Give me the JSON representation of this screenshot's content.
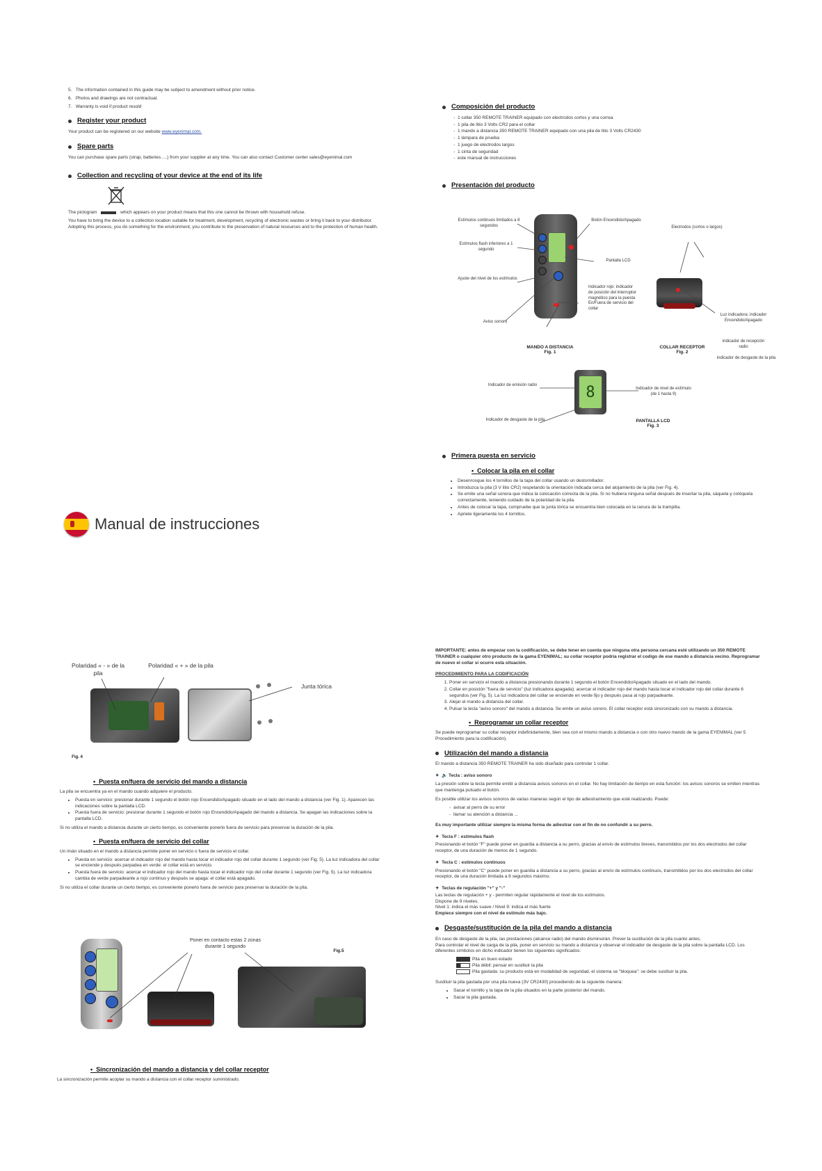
{
  "top_left": {
    "numbered": [
      {
        "n": "5.",
        "text": "The information contained in this guide may be subject to amendment without prior notice."
      },
      {
        "n": "6.",
        "text": "Photos and drawings are not contractual."
      },
      {
        "n": "7.",
        "text": "Warranty is void if product resold"
      }
    ],
    "register": {
      "title": "Register your product",
      "text": "Your product can be registered on our website",
      "link": "www.eyenimal.com."
    },
    "spare": {
      "title": "Spare parts",
      "text": "You can purchase spare parts (strap, batteries ....) from your supplier at any time. You can also contact Customer center sales@eyenimal.com"
    },
    "collection": {
      "title": "Collection and recycling of your device at the end of its life",
      "p1a": "The pictogram",
      "p1b": "which appears on your product means that this one cannot be thrown with household refuse.",
      "p2": "You have to bring the device to a collection location suitable for treatment, development, recycling of electronic wastes or bring it back to your distributor.",
      "p3": "Adopting this process, you do something for the environment, you contribute to the preservation of natural resources and to the protection of human health."
    }
  },
  "manual_title": "Manual de instrucciones",
  "top_right": {
    "composicion": {
      "title": "Composición del producto",
      "items": [
        "1 collar 350 REMOTE TRAINER equipado con electrodos cortos y una correa",
        "1 pila de litio 3 Volts CR2 para el collar",
        "1 mando a distancia 350 REMOTE TRAINER equipado con una pila de litio 3 Volts CR2430",
        "1 lámpara de prueba",
        "1 juego de electrodos largos",
        "1 cinta de seguridad",
        "este manual de instrucciones"
      ]
    },
    "presentacion": {
      "title": "Presentación del producto",
      "labels": {
        "continuos": "Estímulos continuos limitados a 8 segundos",
        "flash": "Estímulos flash inferiores a 1 segundo",
        "ajuste": "Ajuste del nivel de los estímulos",
        "sonoro": "Aviso sonoro",
        "boton": "Botón Encendido/Apagado",
        "pantalla": "Pantalla LCD",
        "rojo": "Indicador rojo: indicador de posición del interruptor magnético para la puesta En/Fuera de servicio del collar",
        "electrodos": "Electrodos (cortos o largos)",
        "luz": "Luz indicadora: indicador Encendido/Apagado",
        "recepcion": "indicador de recepción radio",
        "desgaste_collar": "indicador de desgaste de la pila",
        "emision": "Indicador de emisión radio",
        "nivel": "Indicador de nivel de estímulo (de 1 hasta 9)",
        "desgaste_lcd": "Indicador de desgaste de la pila"
      },
      "captions": {
        "mando": "MANDO A DISTANCIA",
        "fig1": "Fig. 1",
        "collar": "COLLAR RECEPTOR",
        "fig2": "Fig. 2",
        "lcd": "PANTALLA LCD",
        "fig3": "Fig. 3"
      },
      "lcd_digit": "8"
    },
    "primera": {
      "title": "Primera puesta en servicio",
      "sub": "Colocar la pila en el collar",
      "items": [
        "Desenrosque los 4 tornillos de la tapa del collar usando un destornillador.",
        "Introduzca la pila (3 V litio CR2) respetando la orientación indicada cerca del alojamiento de la pila (ver Fig. 4).",
        "Se emite una señal sonora que indica la colocación correcta de la pila. Si no hubiera ninguna señal después de insertar la pila, sáquela y colóquela correctamente, teniendo cuidado de la polaridad de la pila.",
        "Antes de colocar la tapa, compruebe que la junta tórica se encuentra bien colocada en la ranura de la trampilla.",
        "Apriete ligeramente los 4 tornillos."
      ]
    }
  },
  "bottom_left": {
    "fig4": {
      "pol_neg": "Polaridad « - » de la pila",
      "pol_pos": "Polaridad « + » de la pila",
      "junta": "Junta tórica",
      "cap": "Fig. 4"
    },
    "mando_servicio": {
      "title": "Puesta en/fuera de servicio del mando a distancia",
      "intro": "La pila se encuentra ya en el mando cuando adquiere el producto.",
      "items": [
        "Puesta en servicio: presionar durante 1 segundo el botón rojo Encendido/Apagado situado en el lado del mando a distancia (ver Fig. 1). Aparecen las indicaciones sobre la pantalla LCD.",
        "Puesta fuera de servicio: presionar durante 1 segundo el botón rojo Encendido/Apagado del mando a distancia. Se apagan las indicaciones sobre la pantalla LCD."
      ],
      "note": "Si no utiliza el mando a distancia durante un cierto tiempo, es conveniente ponerlo fuera de servicio para preservar la duración de la pila."
    },
    "collar_servicio": {
      "title": "Puesta en/fuera de servicio del collar",
      "intro": "Un imán situado en el mando a distancia permite poner en servicio o fuera de servicio el collar.",
      "items": [
        "Puesta en servicio: acercar el indicador rojo del mando hasta tocar el indicador rojo del collar durante 1 segundo (ver Fig. 5). La luz indicadora del collar se enciende y después parpadea en verde: el collar está en servicio.",
        "Puesta fuera de servicio: acercar el indicador rojo del mando hasta tocar el indicador rojo del collar durante 1 segundo (ver Fig. 5). La luz indicadora cambia de verde parpadeante a rojo continuo y después se apaga: el collar está apagado."
      ],
      "note": "Si no utiliza el collar durante un cierto tiempo, es conveniente ponerlo fuera de servicio para preservar la duración de la pila."
    },
    "fig5": {
      "label": "Poner en contacto estas 2 zonas durante 1 segundo",
      "cap": "Fig.5"
    },
    "sincronizacion": {
      "title": "Sincronización del mando a distancia y del collar receptor",
      "text": "La sincronización permite acoplar su mando a distancia con el collar receptor suministrado."
    }
  },
  "bottom_right": {
    "importante": "IMPORTANTE: antes de empezar con la codificación, se debe tener en cuenta que ninguna otra persona cercana esté utilizando un 350 REMOTE TRAINER o cualquier otro producto de la gama EYENIMAL; su collar receptor podría registrar el codigo de ese mando a distancia vecino. Reprogramar de nuevo el collar si ocurre esta situación.",
    "procedimiento": {
      "title": "PROCEDIMIENTO PARA LA CODIFICACIÓN",
      "items": [
        "Poner en servicio el mando a distancia presionando durante 1 segundo el botón Encendido/Apagado situado en el lado del mando.",
        "Collar en posición \"fuera de servicio\" (luz indicadora apagada): acercar el indicador rojo del mando hasta tocar el indicador rojo del collar durante 6 segundos (ver Fig. 5). La luz indicadora del collar se enciende en verde fijo y después pasa al rojo parpadeante.",
        "Alejar el mando a distancia del collar.",
        "Pulsar la tecla \"aviso sonoro\" del mando a distancia. Se emite un aviso sonoro. El collar receptor está sincronizado con su mando a distancia."
      ]
    },
    "reprogramar": {
      "title": "Reprogramar un collar receptor",
      "text": "Se puede reprogramar su collar receptor indefinidamente, bien sea con el mismo mando a distancia o con otro nuevo mando de la gama EYENIMAL (ver 5 Procedimiento para la codificación)."
    },
    "utilizacion": {
      "title": "Utilización del mando a distancia",
      "intro": "El mando a distancia 350 REMOTE TRAINER ha sido diseñado para controlar 1 collar.",
      "tecla_sonoro_title": "Tecla : aviso sonoro",
      "tecla_sonoro_text": "La presión sobre la tecla permite emitir a distancia avisos sonoros en el collar. No hay limitación de tiempo en esta función: los avisos sonoros se emiten mientras que mantenga pulsado el botón.",
      "usos_intro": "Es posible utilizar los avisos sonoros de varias maneras según el tipo de adiestramiento que esté realizando. Puede:",
      "usos": [
        "avisar al perro de su error",
        "llamar su atención a distancia ..."
      ],
      "importante": "Es muy importante utilizar siempre la misma forma de adiestrar con el fin de no confundir a su perro.",
      "flash_title": "Tecla F : estímulos flash",
      "flash_text": "Presionando el botón \"F\" puede poner en guardia a distancia a su perro, gracias al envío de estímulos breves, transmitidos por los dos electrodos del collar receptor, de una duración de menos de 1 segundo.",
      "cont_title": "Tecla C : estímulos continuos",
      "cont_text": "Presionando el botón \"C\" puede poner en guardia a distancia a su perro, gracias al envío de estímulos continuos, transmitidos por los dos electrodos del collar receptor, de una duración limitada a 8 segundos máximo.",
      "reg_title": "Teclas de regulación \"+\" y \"-\"",
      "reg_lines": [
        "Las teclas de regulación + y - permiten regular rápidamente el nivel de los estímulos.",
        "Dispone de 9 niveles.",
        "Nivel 1: indica el más suave / Nivel 9: indica el más fuerte"
      ],
      "reg_bold": "Empiece siempre con el nivel de estímulo más bajo."
    },
    "desgaste": {
      "title": "Desgaste/sustitución de la pila del mando a distancia",
      "p1": "En caso de desgaste de la pila, las prestaciones (alcance radio) del mando disminuirán. Prever la sustitución de la pila cuanto antes.",
      "p2": "Para controlar el nivel de carga de la pila, poner en servicio su mando a distancia y observar el indicador de desgaste de la pila sobre la pantalla LCD. Los diferentes símbolos en dicho indicador tienen los siguientes significados:",
      "states": [
        "Pila en buen estado",
        "Pila débil: pensar en sustituir la pila",
        "Pila gastada: su producto está en modalidad de seguridad, el sistema se \"bloquea\": se debe sustituir la pila."
      ],
      "p3": "Sustituir la pila gastada por una pila nueva (3V CR2430) procediendo de la siguiente manera:",
      "items": [
        "Sacar el tornillo y la tapa de la pila situados en la parte posterior del mando.",
        "Sacar la pila gastada."
      ]
    }
  }
}
